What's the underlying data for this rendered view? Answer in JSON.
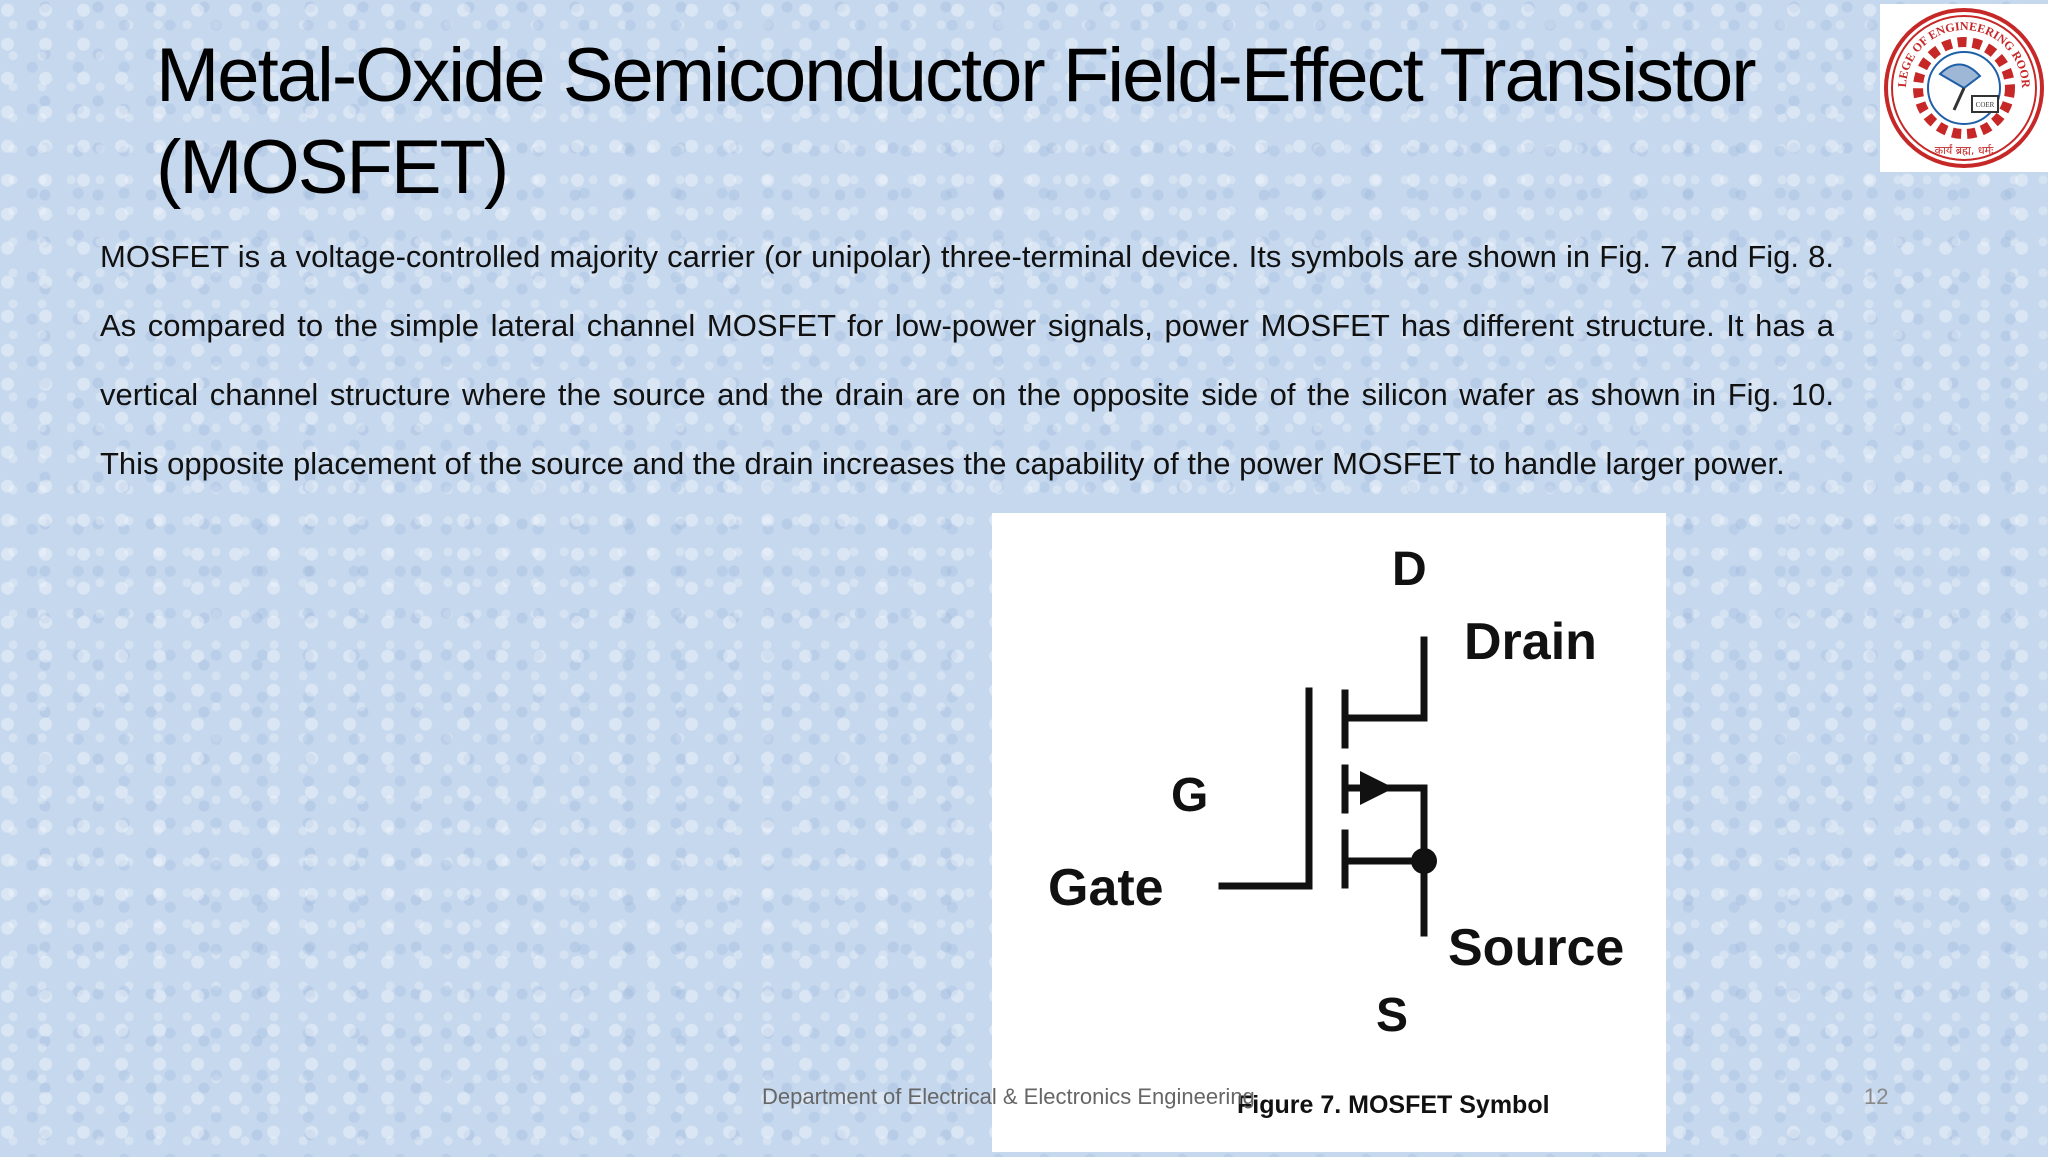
{
  "slide": {
    "title_line1": "Metal-Oxide Semiconductor Field-Effect Transistor",
    "title_line2": "(MOSFET)",
    "body": "MOSFET is a voltage-controlled majority carrier (or unipolar) three-terminal device. Its symbols are shown in Fig. 7 and Fig. 8. As compared to the simple lateral channel MOSFET for low-power signals, power MOSFET has different structure. It has a vertical channel structure where the source and the drain are on the opposite side of the silicon wafer as shown in Fig. 10. This opposite placement of the source and the drain increases the capability of the power MOSFET to handle larger power."
  },
  "figure": {
    "label_d": "D",
    "label_drain": "Drain",
    "label_g": "G",
    "label_gate": "Gate",
    "label_source": "Source",
    "label_s": "S",
    "caption": "Figure 7. MOSFET Symbol"
  },
  "logo": {
    "text_top": "COLLEGE OF ENGINEERING ROORKEE",
    "text_box": "COER",
    "text_bottom": "कार्यं ब्रह्म, धर्मः"
  },
  "footer": {
    "department": "Department of Electrical & Electronics Engineering",
    "page_number": "12"
  },
  "colors": {
    "background": "#c6d8ee",
    "logo_red": "#c62828",
    "logo_blue": "#1f5fa8"
  }
}
